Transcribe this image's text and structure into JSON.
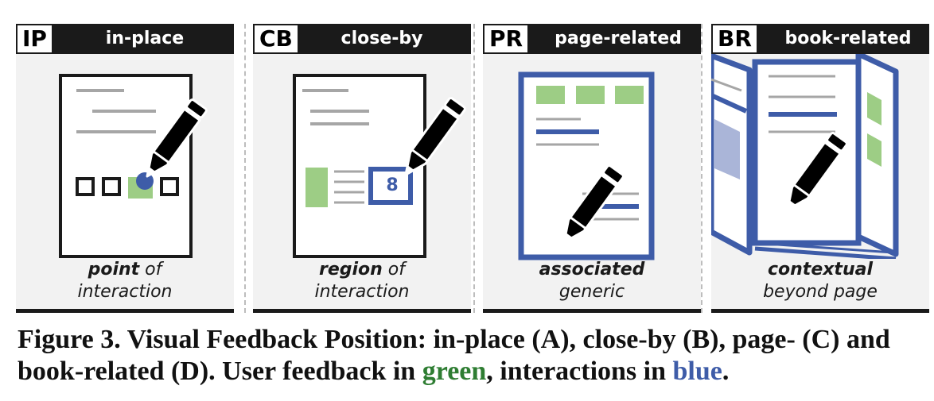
{
  "panels": [
    {
      "code": "IP",
      "name": "in-place",
      "caption_bold": "point",
      "caption_rest": " of",
      "caption_line2": "interaction"
    },
    {
      "code": "CB",
      "name": "close-by",
      "caption_bold": "region",
      "caption_rest": " of",
      "caption_line2": "interaction",
      "badge": "8"
    },
    {
      "code": "PR",
      "name": "page-related",
      "caption_bold": "associated",
      "caption_rest": "",
      "caption_line2": "generic"
    },
    {
      "code": "BR",
      "name": "book-related",
      "caption_bold": "contextual",
      "caption_rest": "",
      "caption_line2": "beyond page"
    }
  ],
  "figure_caption": {
    "part1": "Figure 3. Visual Feedback Position: in-place (A), close-by (B), page- (C) and book-related (D). User feedback in ",
    "green_word": "green",
    "part2": ", interactions in ",
    "blue_word": "blue",
    "part3": "."
  },
  "colors": {
    "green": "#9dcd85",
    "blue": "#3e5ca8",
    "dark": "#1a1a1a",
    "panel_bg": "#f2f2f2",
    "gray_line": "#a6a6a6",
    "light_blue": "#aab5d8"
  },
  "icons": [
    "pencil-icon",
    "document-icon",
    "book-icon"
  ]
}
